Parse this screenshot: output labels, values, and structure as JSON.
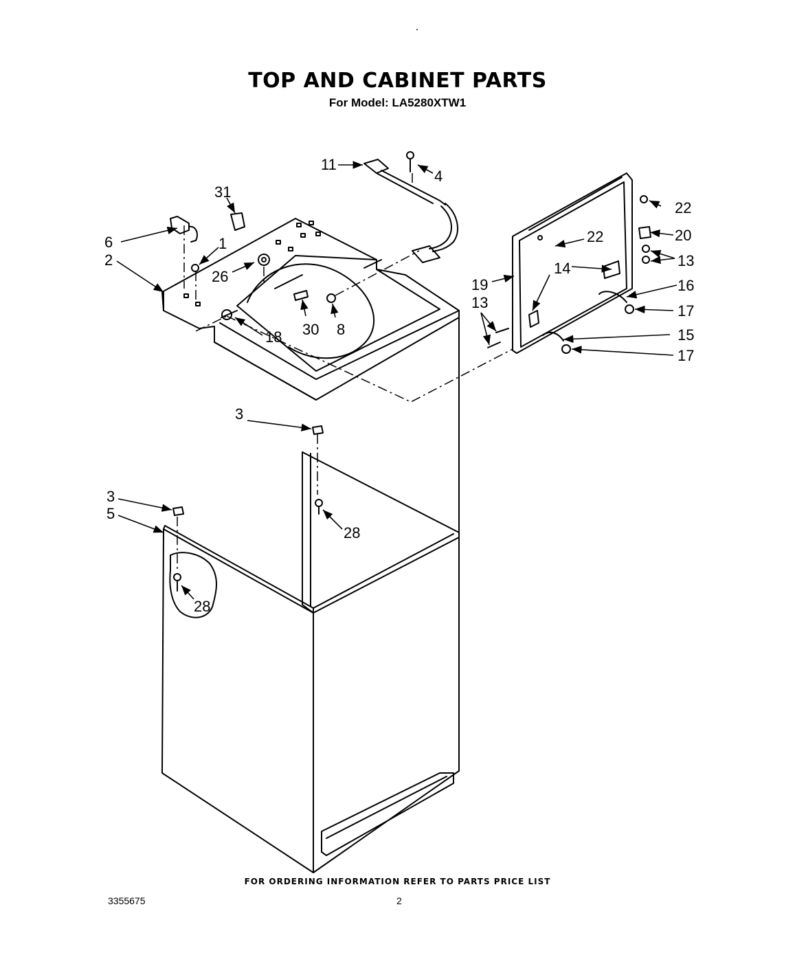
{
  "header": {
    "title": "TOP AND CABINET PARTS",
    "model_line": "For Model: LA5280XTW1"
  },
  "callouts": [
    "1",
    "2",
    "3",
    "3",
    "4",
    "5",
    "6",
    "8",
    "11",
    "13",
    "13",
    "14",
    "15",
    "16",
    "17",
    "17",
    "18",
    "19",
    "20",
    "22",
    "22",
    "26",
    "28",
    "28",
    "30",
    "31"
  ],
  "footer": {
    "note": "FOR ORDERING INFORMATION REFER TO PARTS PRICE LIST",
    "doc_number": "3355675",
    "page_number": "2"
  }
}
